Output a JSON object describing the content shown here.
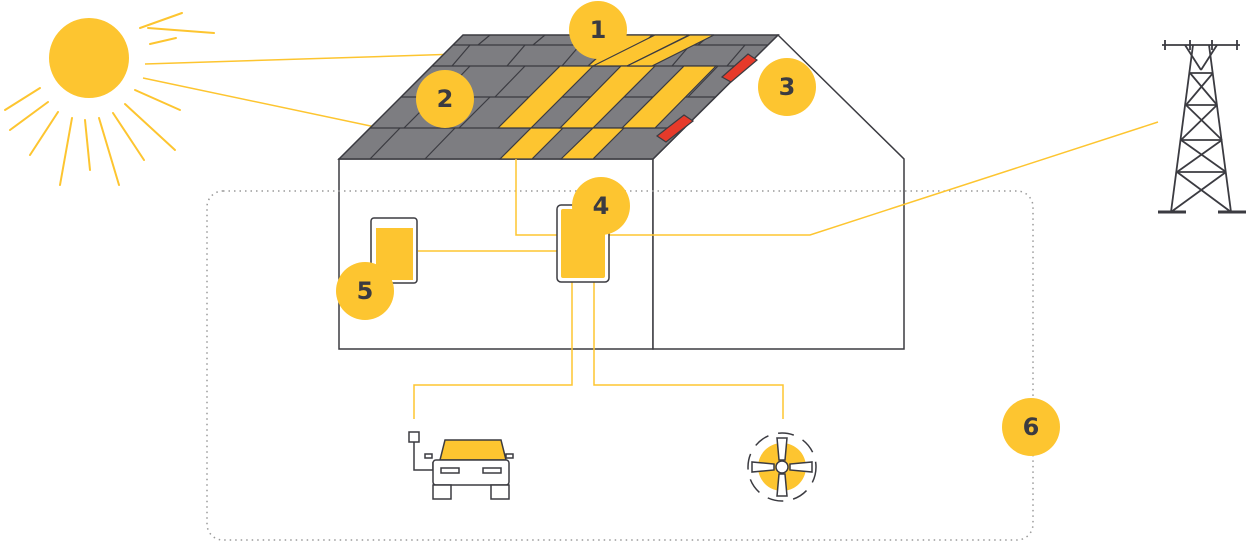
{
  "colors": {
    "accent_yellow": "#FDC530",
    "roof_gray": "#7D7D81",
    "panel_red": "#E63A2A",
    "outline": "#3B3B41",
    "line": "#FDC530",
    "dotted_border": "#9A9A9A"
  },
  "badges": [
    {
      "id": "1",
      "label": "1"
    },
    {
      "id": "2",
      "label": "2"
    },
    {
      "id": "3",
      "label": "3"
    },
    {
      "id": "4",
      "label": "4"
    },
    {
      "id": "5",
      "label": "5"
    },
    {
      "id": "6",
      "label": "6"
    }
  ],
  "icons": {
    "sun": "sun-icon",
    "pylon": "power-pylon-icon",
    "car": "electric-car-icon",
    "fan": "heat-pump-fan-icon",
    "inverter": "inverter-icon",
    "battery": "battery-icon",
    "house": "house-icon"
  }
}
